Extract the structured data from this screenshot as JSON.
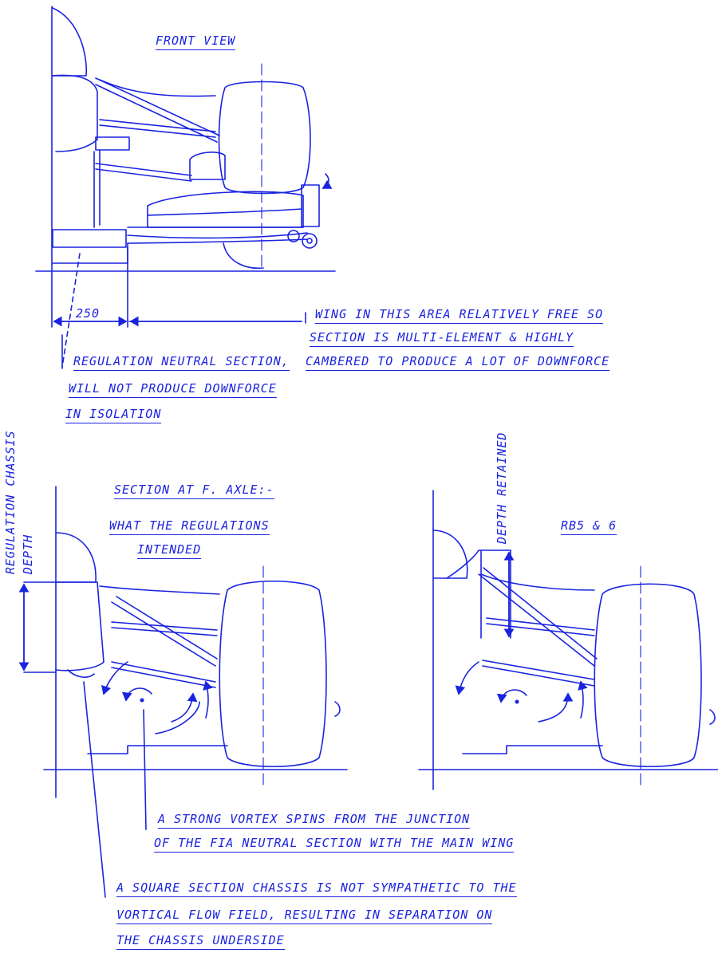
{
  "front_view": {
    "title": "FRONT VIEW",
    "dimension": "250",
    "wing_note": [
      "WING IN THIS AREA RELATIVELY FREE SO",
      "SECTION IS MULTI-ELEMENT & HIGHLY",
      "CAMBERED TO PRODUCE A LOT OF DOWNFORCE"
    ],
    "neutral_note": [
      "REGULATION NEUTRAL SECTION,",
      "WILL NOT PRODUCE DOWNFORCE",
      "IN ISOLATION"
    ]
  },
  "section_left": {
    "title_lines": [
      "SECTION AT F. AXLE:-",
      "WHAT THE REGULATIONS",
      "INTENDED"
    ],
    "side_label_lines": [
      "REGULATION CHASSIS",
      "DEPTH"
    ]
  },
  "section_right": {
    "title": "RB5 & 6",
    "side_label": "DEPTH RETAINED"
  },
  "bottom_notes": {
    "vortex": [
      "A STRONG VORTEX SPINS FROM THE JUNCTION",
      "OF THE FIA NEUTRAL SECTION WITH THE MAIN WING"
    ],
    "chassis": [
      "A SQUARE SECTION CHASSIS IS NOT SYMPATHETIC TO THE",
      "VORTICAL FLOW FIELD, RESULTING IN SEPARATION ON",
      "THE CHASSIS UNDERSIDE"
    ]
  },
  "colors": {
    "ink": "#1a23e0",
    "paper": "#ffffff"
  }
}
